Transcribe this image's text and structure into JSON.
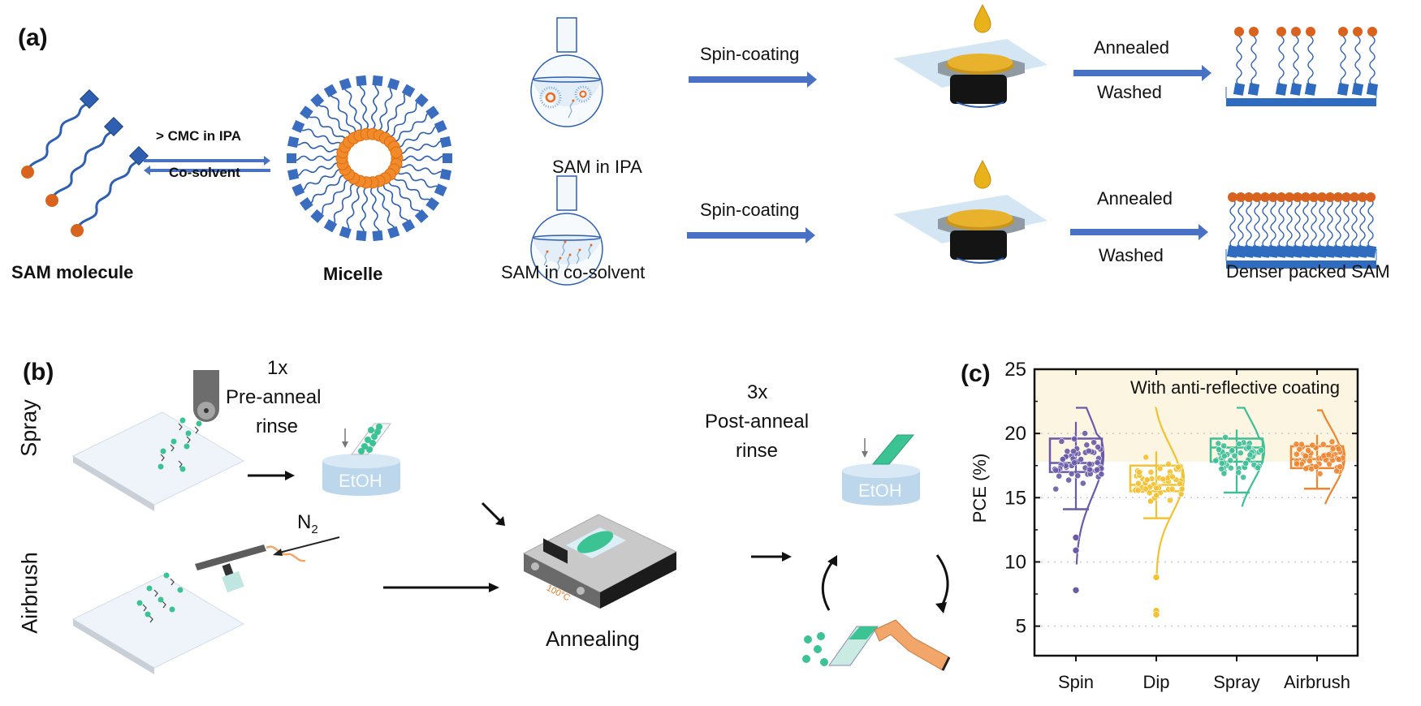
{
  "panel_a": {
    "label": "(a)",
    "sam_molecule_caption": "SAM molecule",
    "micelle_caption": "Micelle",
    "forward_arrow_label": "> CMC in IPA",
    "reverse_arrow_label": "Co-solvent",
    "flask_top_caption": "SAM  in IPA",
    "flask_bottom_caption": "SAM in co-solvent",
    "spin_top_label": "Spin-coating",
    "spin_bottom_label": "Spin-coating",
    "anneal_top_label": "Annealed",
    "wash_top_label": "Washed",
    "anneal_bottom_label": "Annealed",
    "wash_bottom_label": "Washed",
    "dense_caption": "Denser packed SAM",
    "colors": {
      "tail": "#2f5fb0",
      "head": "#d9621f",
      "micelle_core": "#f08a2a",
      "arrow": "#4a72c4",
      "droplet": "#e8a90f"
    }
  },
  "panel_b": {
    "label": "(b)",
    "row_spray": "Spray",
    "row_airbrush": "Airbrush",
    "pre_rinse_count": "1x",
    "pre_rinse_line1": "Pre-anneal",
    "pre_rinse_line2": "rinse",
    "solvent_label": "EtOH",
    "solvent_label_2": "EtOH",
    "gas_label": "N",
    "gas_sub": "2",
    "gas_label_2": "N₂",
    "hotplate_display": "100°C",
    "annealing_caption": "Annealing",
    "post_rinse_count": "3x",
    "post_rinse_line1": "Post-anneal",
    "post_rinse_line2": "rinse",
    "colors": {
      "molecule": "#3cc394",
      "substrate": "#eaf2f8",
      "solvent": "#cfe3f3",
      "hose": "#f2a66a"
    }
  },
  "chart_data": {
    "type": "box",
    "panel_label": "(c)",
    "title": "",
    "annotation": "With anti-reflective coating",
    "annotation_band": [
      17.8,
      25
    ],
    "xlabel": "",
    "ylabel": "PCE (%)",
    "ylim": [
      2.7,
      25
    ],
    "yticks": [
      5,
      10,
      15,
      20,
      25
    ],
    "grid": "dotted horizontal at major ticks",
    "categories": [
      "Spin",
      "Dip",
      "Spray",
      "Airbrush"
    ],
    "series": [
      {
        "name": "Spin",
        "color": "#6a5aa8",
        "q1": 17.0,
        "median": 17.7,
        "q3": 19.6,
        "whisker_low": 14.1,
        "whisker_high": 20.9,
        "dist_max": 22.0,
        "dist_min": 9.8,
        "outliers": [
          11.9,
          10.9,
          7.8
        ]
      },
      {
        "name": "Dip",
        "color": "#f2c230",
        "q1": 15.5,
        "median": 16.0,
        "q3": 17.5,
        "whisker_low": 13.4,
        "whisker_high": 18.6,
        "dist_max": 22.0,
        "dist_min": 8.8,
        "outliers": [
          8.8,
          6.2,
          5.9
        ]
      },
      {
        "name": "Spray",
        "color": "#3fbf96",
        "q1": 17.8,
        "median": 18.9,
        "q3": 19.6,
        "whisker_low": 15.4,
        "whisker_high": 20.3,
        "dist_max": 22.0,
        "dist_min": 14.3,
        "outliers": []
      },
      {
        "name": "Airbrush",
        "color": "#f0852e",
        "q1": 17.3,
        "median": 18.0,
        "q3": 19.0,
        "whisker_low": 15.7,
        "whisker_high": 19.9,
        "dist_max": 21.8,
        "dist_min": 14.5,
        "outliers": []
      }
    ],
    "band_color": "#fbf5e2"
  }
}
